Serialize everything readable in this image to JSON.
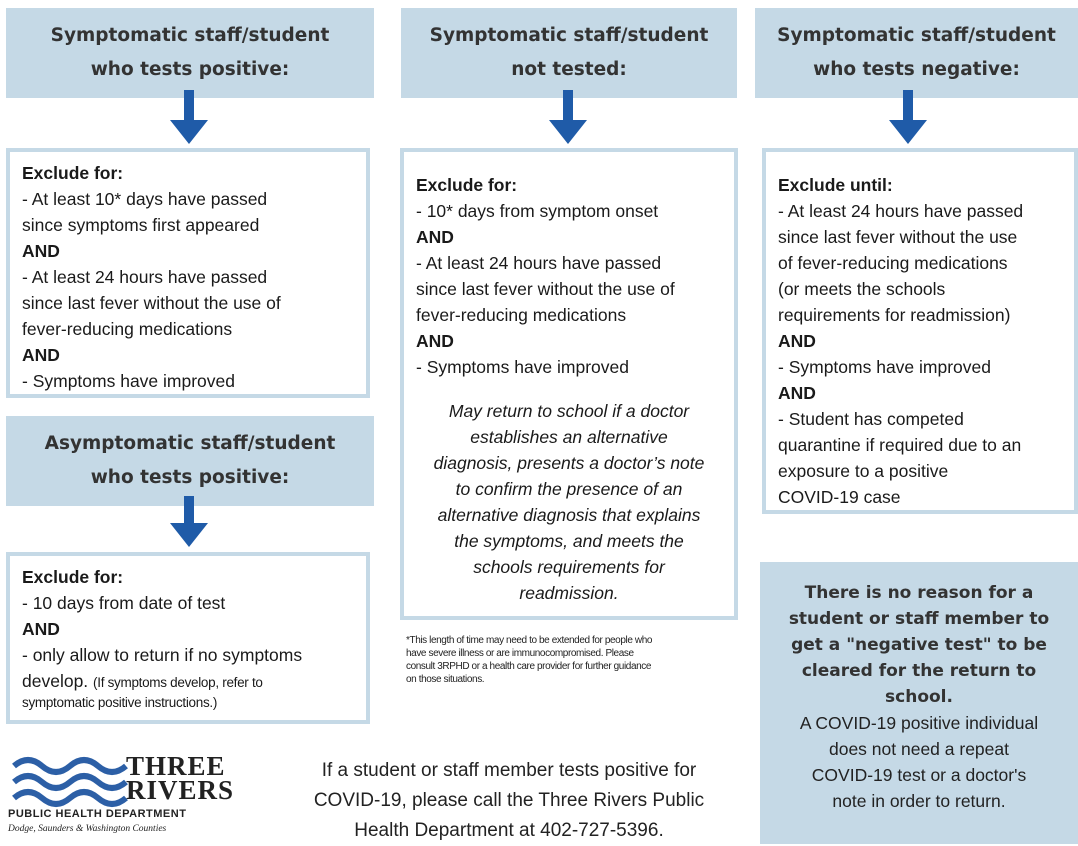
{
  "col1": {
    "header": [
      "Symptomatic staff/student",
      "who tests positive:"
    ],
    "box_title": "Exclude for:",
    "lines": [
      {
        "text": "- At least 10* days have passed",
        "bold": false
      },
      {
        "text": "since symptoms first appeared",
        "bold": false
      },
      {
        "text": "AND",
        "bold": true
      },
      {
        "text": "- At least 24 hours have passed",
        "bold": false
      },
      {
        "text": "since last fever without the use of",
        "bold": false
      },
      {
        "text": "fever-reducing medications",
        "bold": false
      },
      {
        "text": "AND",
        "bold": true
      },
      {
        "text": "- Symptoms have improved",
        "bold": false
      }
    ]
  },
  "col1b": {
    "header": [
      "Asymptomatic staff/student",
      "who tests positive:"
    ],
    "box_title": "Exclude for:",
    "line1": "- 10 days from date of test",
    "and": "AND",
    "line2": "- only allow to return if no symptoms",
    "line3": "develop.",
    "line3_small": "(If symptoms develop, refer to",
    "line4_small": "symptomatic positive instructions.)"
  },
  "col2": {
    "header": [
      "Symptomatic staff/student",
      "not tested:"
    ],
    "box_title": "Exclude for:",
    "lines": [
      {
        "text": "- 10* days from symptom onset",
        "bold": false
      },
      {
        "text": "AND",
        "bold": true
      },
      {
        "text": "- At least 24 hours have passed",
        "bold": false
      },
      {
        "text": "since last fever without the use of",
        "bold": false
      },
      {
        "text": "fever-reducing medications",
        "bold": false
      },
      {
        "text": "AND",
        "bold": true
      },
      {
        "text": "- Symptoms have improved",
        "bold": false
      }
    ],
    "italic": [
      "May return to school if a doctor",
      "establishes an alternative",
      "diagnosis, presents a doctor’s note",
      "to confirm the presence of an",
      "alternative diagnosis that explains",
      "the symptoms, and meets the",
      "schools requirements for",
      "readmission."
    ],
    "footnote": [
      "*This length of time may need to be extended for people who",
      "have severe illness or are immunocompromised. Please",
      "consult 3RPHD or a health care provider for further guidance",
      "on those situations."
    ]
  },
  "col3": {
    "header": [
      "Symptomatic staff/student",
      "who tests negative:"
    ],
    "box_title": "Exclude until:",
    "lines": [
      {
        "text": "- At least 24 hours have passed",
        "bold": false
      },
      {
        "text": "since last fever without the use",
        "bold": false
      },
      {
        "text": "of fever-reducing medications",
        "bold": false
      },
      {
        "text": "(or meets the schools",
        "bold": false
      },
      {
        "text": "requirements for readmission)",
        "bold": false
      },
      {
        "text": "AND",
        "bold": true
      },
      {
        "text": "- Symptoms have improved",
        "bold": false
      },
      {
        "text": "AND",
        "bold": true
      },
      {
        "text": "- Student has competed",
        "bold": false
      },
      {
        "text": "quarantine if required due to an",
        "bold": false
      },
      {
        "text": "exposure to a positive",
        "bold": false
      },
      {
        "text": "COVID-19 case",
        "bold": false
      }
    ],
    "callout_bold": [
      "There is no reason for a",
      "student or staff member to",
      "get a \"negative test\" to be",
      "cleared for the return to",
      "school."
    ],
    "callout_normal": [
      "A COVID-19 positive individual",
      "does not need a repeat",
      "COVID-19 test or a doctor's",
      "note in order to return."
    ]
  },
  "contact": [
    "If a student or staff member tests positive for",
    "COVID-19, please call the Three Rivers Public",
    "Health Department at 402-727-5396."
  ],
  "logo": {
    "line1": "THREE",
    "line2": "RIVERS",
    "line3": "PUBLIC HEALTH DEPARTMENT",
    "line4": "Dodge, Saunders & Washington Counties"
  },
  "colors": {
    "header_bg": "#c5d9e6",
    "arrow": "#1f5ba8",
    "logo_wave": "#2c5fa6"
  }
}
